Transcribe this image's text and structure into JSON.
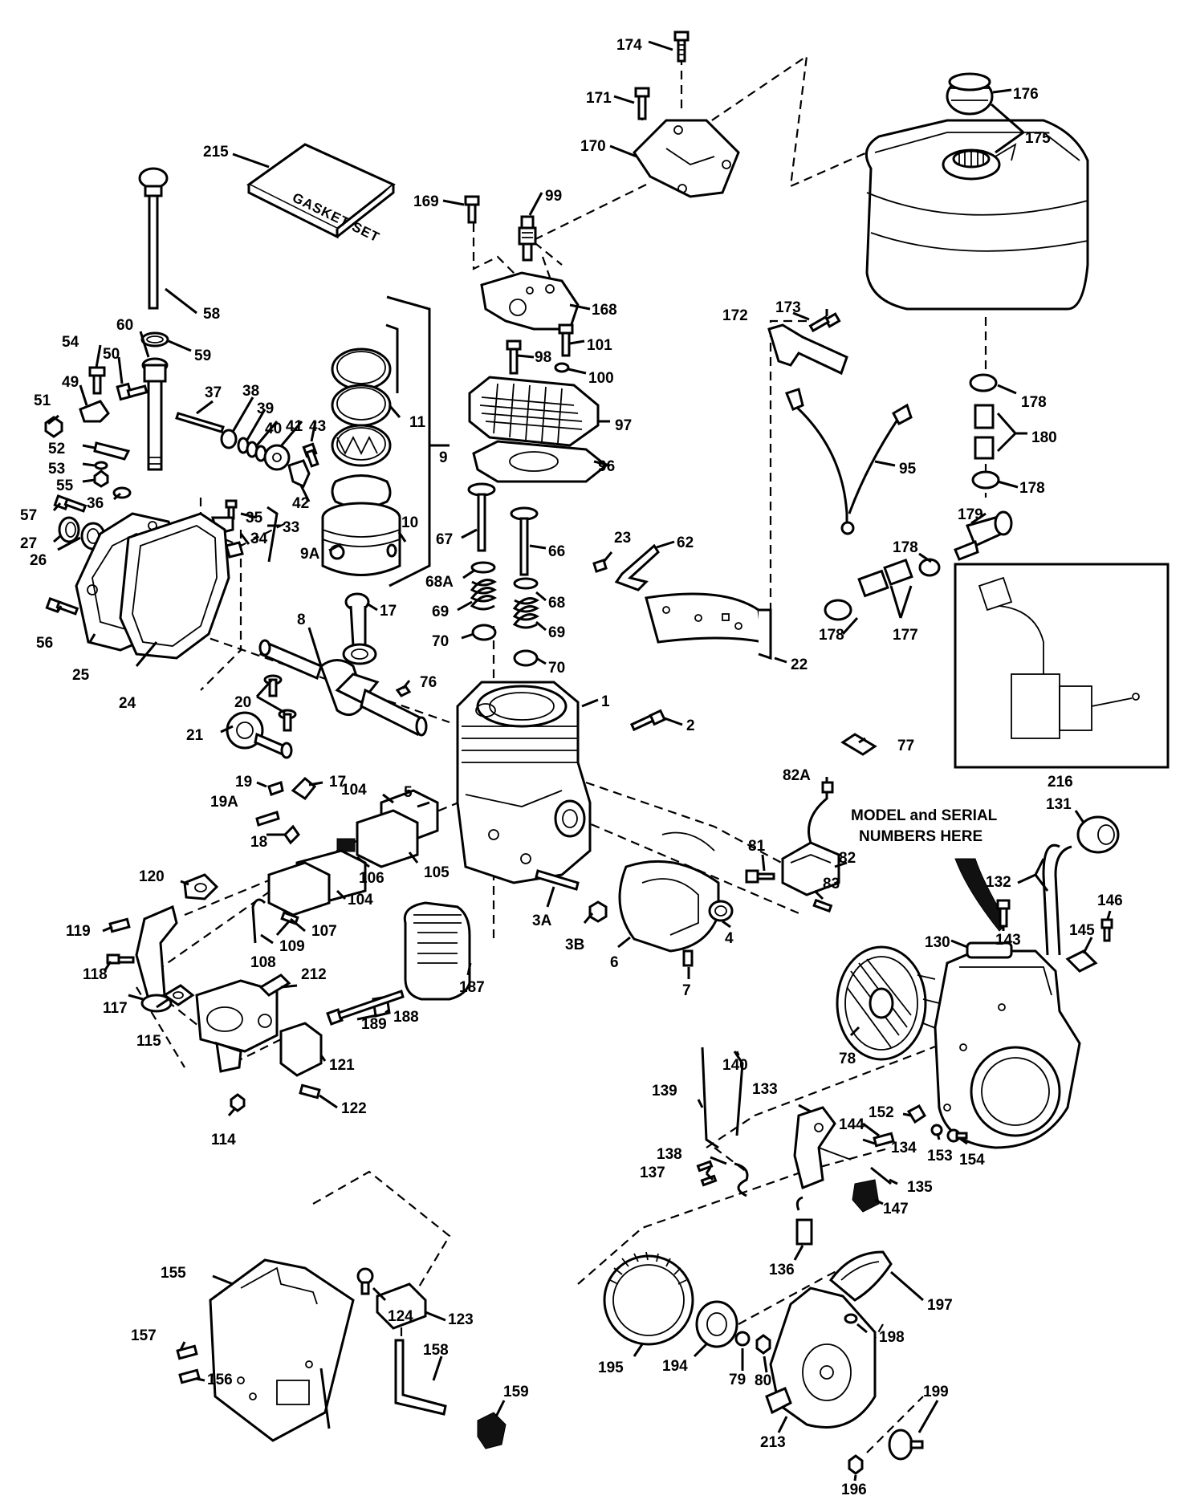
{
  "gasket_box": {
    "text": "GASKET SET"
  },
  "note": {
    "line1": "MODEL and SERIAL",
    "line2": "NUMBERS HERE"
  },
  "labels": {
    "p174": "174",
    "p171": "171",
    "p170": "170",
    "p176": "176",
    "p175": "175",
    "p215": "215",
    "p169": "169",
    "p99": "99",
    "p58": "58",
    "p168": "168",
    "p172": "172",
    "p173": "173",
    "p60": "60",
    "p59": "59",
    "p101": "101",
    "p54": "54",
    "p50": "50",
    "p98": "98",
    "p100": "100",
    "p178a": "178",
    "p49": "49",
    "p37": "37",
    "p38": "38",
    "p39": "39",
    "p40": "40",
    "p41": "41",
    "p43": "43",
    "p11": "11",
    "p51": "51",
    "p97": "97",
    "p180": "180",
    "p52": "52",
    "p9": "9",
    "p53": "53",
    "p96": "96",
    "p95": "95",
    "p178b": "178",
    "p55": "55",
    "p36": "36",
    "p42": "42",
    "p57": "57",
    "p35": "35",
    "p33": "33",
    "p10": "10",
    "p179": "179",
    "p27": "27",
    "p34": "34",
    "p26": "26",
    "p9A": "9A",
    "p67": "67",
    "p66": "66",
    "p23": "23",
    "p62": "62",
    "p178c": "178",
    "p68A": "68A",
    "p68": "68",
    "p177": "177",
    "p56": "56",
    "p69a": "69",
    "p17a": "17",
    "p69b": "69",
    "p178d": "178",
    "p25": "25",
    "p8": "8",
    "p70a": "70",
    "p22": "22",
    "p70b": "70",
    "p24": "24",
    "p76": "76",
    "p20": "20",
    "p1": "1",
    "p2": "2",
    "p21": "21",
    "p77": "77",
    "p216": "216",
    "p19": "19",
    "p17b": "17",
    "p82A": "82A",
    "p104a": "104",
    "p5": "5",
    "p19A": "19A",
    "p131": "131",
    "p18": "18",
    "p81": "81",
    "p82": "82",
    "p106": "106",
    "p105": "105",
    "p120": "120",
    "p83": "83",
    "p132": "132",
    "p104b": "104",
    "p146": "146",
    "p3A": "3A",
    "p107": "107",
    "p143": "143",
    "p119": "119",
    "p109": "109",
    "p145": "145",
    "p3B": "3B",
    "p4": "4",
    "p130": "130",
    "p108": "108",
    "p6": "6",
    "p7": "7",
    "p187": "187",
    "p212": "212",
    "p118": "118",
    "p188": "188",
    "p117": "117",
    "p115": "115",
    "p189": "189",
    "p78": "78",
    "p121": "121",
    "p140": "140",
    "p139": "139",
    "p133": "133",
    "p122": "122",
    "p152": "152",
    "p144": "144",
    "p114": "114",
    "p134": "134",
    "p153": "153",
    "p154": "154",
    "p138": "138",
    "p137": "137",
    "p135": "135",
    "p147": "147",
    "p136": "136",
    "p155": "155",
    "p123": "123",
    "p124": "124",
    "p197": "197",
    "p157": "157",
    "p198": "198",
    "p158": "158",
    "p156": "156",
    "p199": "199",
    "p195": "195",
    "p194": "194",
    "p79": "79",
    "p80": "80",
    "p159": "159",
    "p213": "213",
    "p196": "196"
  }
}
